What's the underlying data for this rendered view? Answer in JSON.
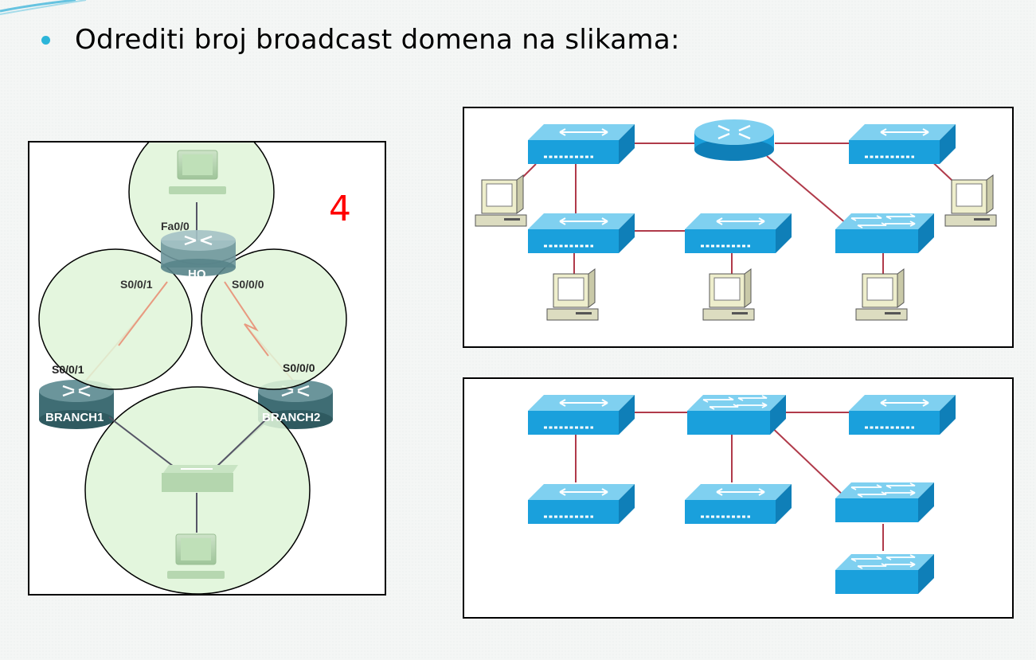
{
  "slide": {
    "instruction": "Odrediti broj broadcast domena na slikama:",
    "answer": "4"
  },
  "left_diagram": {
    "labels": {
      "fa00": "Fa0/0",
      "hq": "HQ",
      "s001_hq": "S0/0/1",
      "s000_hq": "S0/0/0",
      "s001_branch": "S0/0/1",
      "s000_branch": "S0/0/0",
      "branch1": "BRANCH1",
      "branch2": "BRANCH2"
    }
  },
  "colors": {
    "bullet": "#2bb5d9",
    "answer": "#ff0000",
    "domain_fill": "#dff5d8",
    "link_red": "#b03a4a",
    "serial_link": "#e89a80"
  },
  "icons": [
    "pc-icon",
    "router-icon",
    "switch-icon",
    "hub-icon",
    "lightning-link-icon"
  ]
}
